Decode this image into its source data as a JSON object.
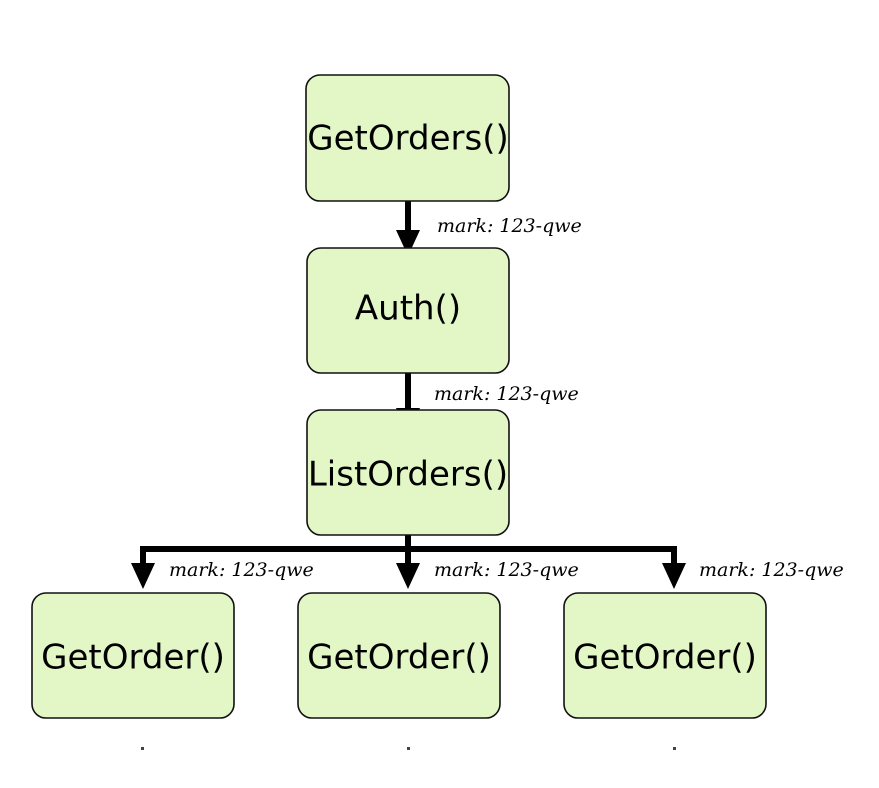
{
  "colors": {
    "node_fill": "#e3f7c6",
    "node_stroke": "#111111",
    "edge": "#000000",
    "background": "#ffffff"
  },
  "nodes": {
    "get_orders": "GetOrders()",
    "auth": "Auth()",
    "list_orders": "ListOrders()",
    "get_order_1": "GetOrder()",
    "get_order_2": "GetOrder()",
    "get_order_3": "GetOrder()"
  },
  "edges": {
    "get_orders_to_auth": "mark: 123-qwe",
    "auth_to_list_orders": "mark: 123-qwe",
    "list_orders_to_get_order_1": "mark: 123-qwe",
    "list_orders_to_get_order_2": "mark: 123-qwe",
    "list_orders_to_get_order_3": "mark: 123-qwe"
  }
}
